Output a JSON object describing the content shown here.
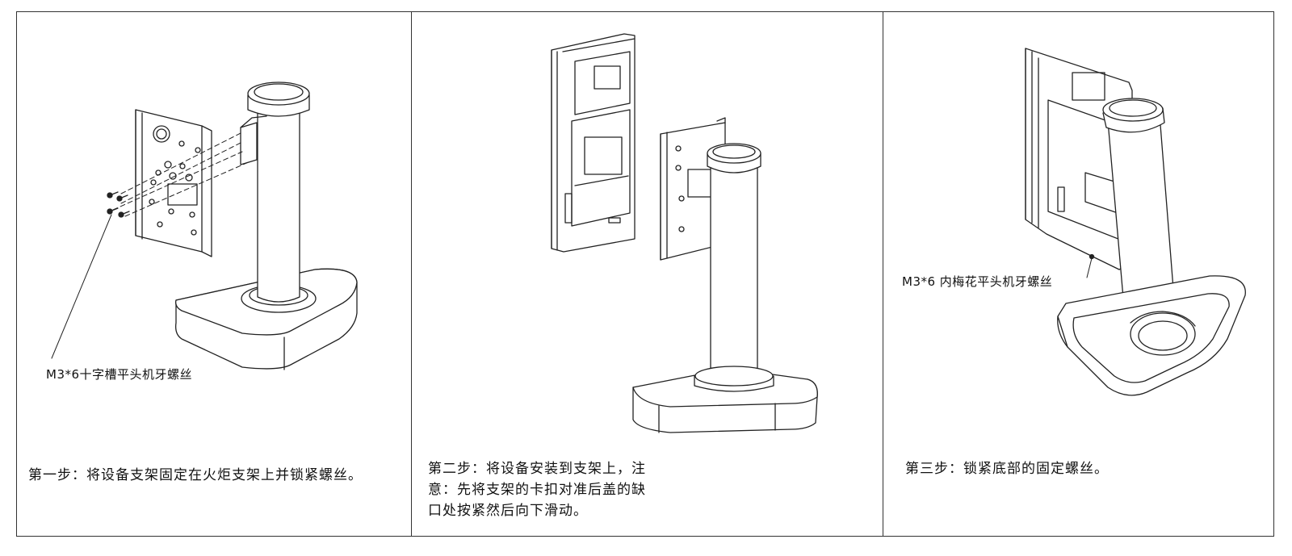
{
  "panels": [
    {
      "step_text": "第一步：将设备支架固定在火炬支架上并锁紧螺丝。",
      "callout": "M3*6十字槽平头机牙螺丝"
    },
    {
      "step_text_lines": [
        "第二步：将设备安装到支架上，注",
        "意：先将支架的卡扣对准后盖的缺",
        "口处按紧然后向下滑动。"
      ]
    },
    {
      "step_text": "第三步：锁紧底部的固定螺丝。",
      "callout": "M3*6 内梅花平头机牙螺丝"
    }
  ]
}
